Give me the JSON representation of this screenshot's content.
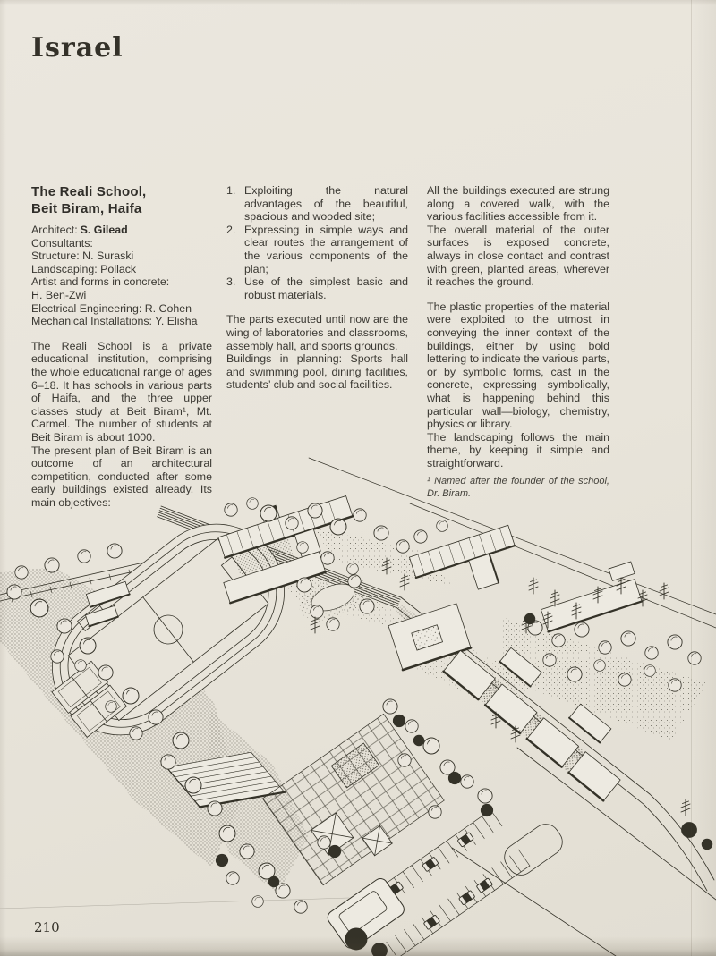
{
  "page": {
    "heading": "Israel",
    "page_number": "210"
  },
  "colors": {
    "paper": "#e8e4da",
    "ink": "#343228",
    "text": "#3a3832"
  },
  "article": {
    "title_line1": "The Reali School,",
    "title_line2": "Beit Biram, Haifa",
    "credits": {
      "architect_label": "Architect:",
      "architect_name": "S. Gilead",
      "lines": [
        "Consultants:",
        "Structure: N. Suraski",
        "Landscaping: Pollack",
        "Artist and forms in concrete:",
        "H. Ben-Zwi",
        "Electrical Engineering: R. Cohen",
        "Mechanical Installations: Y. Elisha"
      ]
    },
    "col1_paragraphs": [
      "The Reali School is a private educational institution, comprising the whole educational range of ages 6–18. It has schools in various parts of Haifa, and the three upper classes study at Beit Biram¹, Mt. Carmel. The number of students at Beit Biram is about 1000.",
      "The present plan of Beit Biram is an outcome of an architectural competition, conducted after some early buildings existed already. Its main objectives:"
    ],
    "objectives": [
      {
        "num": "1.",
        "text": "Exploiting the natural advantages of the beautiful, spacious and wooded site;"
      },
      {
        "num": "2.",
        "text": "Expressing in simple ways and clear routes the arrangement of the various components of the plan;"
      },
      {
        "num": "3.",
        "text": "Use of the simplest basic and robust materials."
      }
    ],
    "col2_paragraphs": [
      "The parts executed until now are the wing of laboratories and classrooms, assembly hall, and sports grounds.",
      "Buildings in planning: Sports hall and swimming pool, dining facilities, students’ club and social facilities."
    ],
    "col3_paragraphs": [
      "All the buildings executed are strung along a covered walk, with the various facilities accessible from it.",
      "The overall material of the outer surfaces is exposed concrete, always in close contact and contrast with green, planted areas, wherever it reaches the ground.",
      "The plastic properties of the material were exploited to the utmost in conveying the inner context of the buildings, either by using bold lettering to indicate the various parts, or by symbolic forms, cast in the concrete, expressing symbolically, what is happening behind this particular wall—biology, chemistry, physics or library.",
      "The landscaping follows the main theme, by keeping it simple and straightforward."
    ],
    "footnote": "¹ Named after the founder of the school, Dr. Biram."
  }
}
